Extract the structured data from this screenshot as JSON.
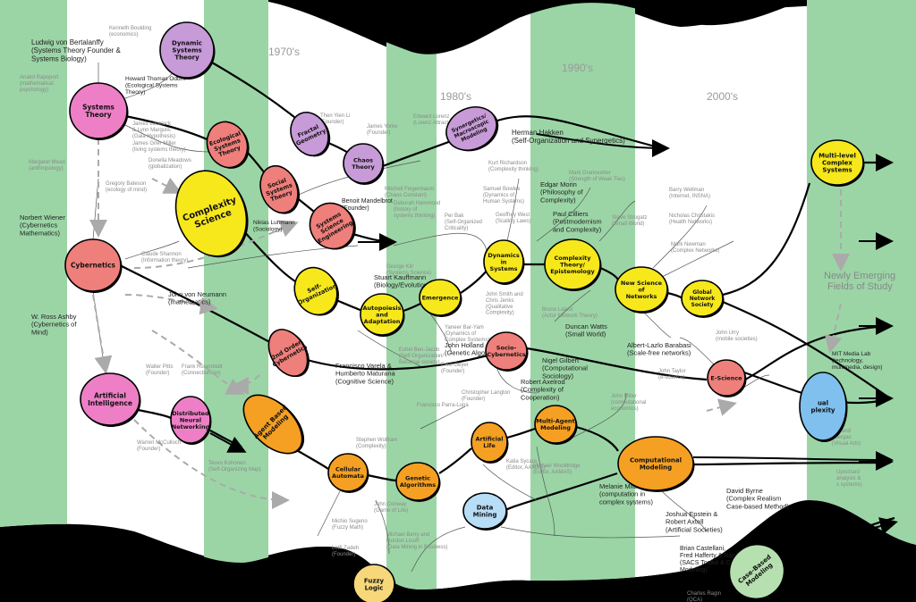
{
  "eras": [
    "1970's",
    "1980's",
    "1990's",
    "2000's"
  ],
  "caption": [
    "Newly Emerging",
    "Fields of Study"
  ],
  "colors": {
    "paper": "#ffffff",
    "band": "#9bd5a6",
    "pink": "#ee7fc6",
    "salmon": "#ef7f7a",
    "purple": "#c79ad8",
    "yellow": "#f7e81c",
    "orange": "#f5a022",
    "tan": "#f6d77a",
    "blue": "#b7ddf7",
    "sky": "#7fc0ee",
    "mint": "#b7e0b0"
  },
  "nodes": [
    {
      "id": "systems-theory",
      "label": [
        "Systems",
        "Theory"
      ],
      "color": "pink"
    },
    {
      "id": "cybernetics",
      "label": [
        "Cybernetics"
      ],
      "color": "salmon"
    },
    {
      "id": "artificial-intelligence",
      "label": [
        "Artificial",
        "Intelligence"
      ],
      "color": "pink"
    },
    {
      "id": "dynamic-systems-theory",
      "label": [
        "Dynamic",
        "Systems",
        "Theory"
      ],
      "color": "purple"
    },
    {
      "id": "ecological-systems-theory",
      "label": [
        "Ecological",
        "Systems",
        "Theory"
      ],
      "color": "salmon"
    },
    {
      "id": "social-systems-theory",
      "label": [
        "Social",
        "Systems",
        "Theory"
      ],
      "color": "salmon"
    },
    {
      "id": "complexity-science",
      "label": [
        "Complexity",
        "Science"
      ],
      "color": "yellow"
    },
    {
      "id": "fractal-geometry",
      "label": [
        "Fractal",
        "Geometry"
      ],
      "color": "purple"
    },
    {
      "id": "chaos-theory",
      "label": [
        "Chaos",
        "Theory"
      ],
      "color": "purple"
    },
    {
      "id": "synergetics",
      "label": [
        "Synergetics/",
        "Macroscopic",
        "Modeling"
      ],
      "color": "purple"
    },
    {
      "id": "systems-engineering",
      "label": [
        "Systems",
        "Science",
        "Engineering"
      ],
      "color": "salmon"
    },
    {
      "id": "self-organization",
      "label": [
        "Self-",
        "Organization"
      ],
      "color": "yellow"
    },
    {
      "id": "autopoiesis",
      "label": [
        "Autopoiesis",
        "and",
        "Adaptation"
      ],
      "color": "yellow"
    },
    {
      "id": "emergence",
      "label": [
        "Emergence"
      ],
      "color": "yellow"
    },
    {
      "id": "dynamics-in-systems",
      "label": [
        "Dynamics",
        "in",
        "Systems"
      ],
      "color": "yellow"
    },
    {
      "id": "complexity-epistemology",
      "label": [
        "Complexity",
        "Theory/",
        "Epistemology"
      ],
      "color": "yellow"
    },
    {
      "id": "new-science-networks",
      "label": [
        "New Science",
        "of",
        "Networks"
      ],
      "color": "yellow"
    },
    {
      "id": "global-network-society",
      "label": [
        "Global",
        "Network",
        "Society"
      ],
      "color": "yellow"
    },
    {
      "id": "multi-level-complex-systems",
      "label": [
        "Multi-level",
        "Complex",
        "Systems"
      ],
      "color": "yellow"
    },
    {
      "id": "second-order-cybernetics",
      "label": [
        "2nd Order",
        "Cybernetics"
      ],
      "color": "salmon"
    },
    {
      "id": "socio-cybernetics",
      "label": [
        "Socio-",
        "Cybernetics"
      ],
      "color": "salmon"
    },
    {
      "id": "e-science",
      "label": [
        "E-Science"
      ],
      "color": "salmon"
    },
    {
      "id": "distributed-neural-networking",
      "label": [
        "Distributed",
        "Neural",
        "Networking"
      ],
      "color": "pink"
    },
    {
      "id": "agent-based-modeling",
      "label": [
        "Agent Based",
        "Modeling"
      ],
      "color": "orange"
    },
    {
      "id": "cellular-automata",
      "label": [
        "Cellular",
        "Automata"
      ],
      "color": "orange"
    },
    {
      "id": "genetic-algorithms",
      "label": [
        "Genetic",
        "Algorithms"
      ],
      "color": "orange"
    },
    {
      "id": "artificial-life",
      "label": [
        "Artificial",
        "Life"
      ],
      "color": "orange"
    },
    {
      "id": "multi-agent-modeling",
      "label": [
        "Multi-Agent",
        "Modeling"
      ],
      "color": "orange"
    },
    {
      "id": "computational-modeling",
      "label": [
        "Computational",
        "Modeling"
      ],
      "color": "orange"
    },
    {
      "id": "visual-complexity",
      "label": [
        "ual",
        "plexity"
      ],
      "color": "sky"
    },
    {
      "id": "data-mining",
      "label": [
        "Data",
        "Mining"
      ],
      "color": "blue"
    },
    {
      "id": "fuzzy-logic",
      "label": [
        "Fuzzy",
        "Logic"
      ],
      "color": "tan"
    },
    {
      "id": "case-based-modeling",
      "label": [
        "Case-Based",
        "Modeling"
      ],
      "color": "mint"
    }
  ],
  "people": [
    {
      "id": "bertalanffy",
      "lines": [
        "Ludwig von Bertalanffy",
        "(Systems Theory Founder &",
        "Systems Biology)"
      ],
      "dim": false
    },
    {
      "id": "boulding",
      "lines": [
        "Kenneth Boulding",
        "(economics)"
      ],
      "dim": true
    },
    {
      "id": "rapoport",
      "lines": [
        "Anatol Rapoport",
        "(mathematical",
        "psychology)"
      ],
      "dim": true
    },
    {
      "id": "odum",
      "lines": [
        "Howard Thomas Odum",
        "(Ecological Systems",
        "Theory)"
      ],
      "dim": false
    },
    {
      "id": "lovelock",
      "lines": [
        "James Lovelock",
        "& Lynn Margulis",
        "(Gaia Hypothesis)"
      ],
      "dim": true
    },
    {
      "id": "miller",
      "lines": [
        "James Grier Miller",
        "(living systems theory)"
      ],
      "dim": true
    },
    {
      "id": "meadows",
      "lines": [
        "Donella Meadows",
        "(globalization)"
      ],
      "dim": true
    },
    {
      "id": "mead",
      "lines": [
        "Margaret Mead",
        "(anthropology)"
      ],
      "dim": true
    },
    {
      "id": "bateson",
      "lines": [
        "Gregory Bateson",
        "(ecology of mind)"
      ],
      "dim": true
    },
    {
      "id": "wiener",
      "lines": [
        "Norbert Wiener",
        "(Cybernetics",
        "Mathematics)"
      ],
      "dim": false
    },
    {
      "id": "shannon",
      "lines": [
        "Claude Shannon",
        "(Information theory)"
      ],
      "dim": true
    },
    {
      "id": "ashby",
      "lines": [
        "W. Ross Ashby",
        "(Cybernetics of",
        "Mind)"
      ],
      "dim": false
    },
    {
      "id": "neumann",
      "lines": [
        "John von Neumann",
        "(mathematics)"
      ],
      "dim": false
    },
    {
      "id": "pitts",
      "lines": [
        "Walter Pitts",
        "(Founder)"
      ],
      "dim": true
    },
    {
      "id": "rosenblatt",
      "lines": [
        "Frank Rosenblatt",
        "(Connectionism)"
      ],
      "dim": true
    },
    {
      "id": "mcculloch",
      "lines": [
        "Warren McCulloch",
        "(Founder)"
      ],
      "dim": true
    },
    {
      "id": "thom",
      "lines": [
        "Then Yien Li",
        "(Founder)"
      ],
      "dim": true
    },
    {
      "id": "yorke",
      "lines": [
        "James Yorke",
        "(Founder)"
      ],
      "dim": true
    },
    {
      "id": "lorenz",
      "lines": [
        "Edward Lorenz",
        "(Lorenz Attractor/Butterfly Effect)"
      ],
      "dim": true
    },
    {
      "id": "haken",
      "lines": [
        "Herman Hakken",
        "(Self-Organization and Synergetics)"
      ],
      "dim": false
    },
    {
      "id": "feigenbaum",
      "lines": [
        "Mitchell Feigenbaum",
        "(Chaos Constant)"
      ],
      "dim": true
    },
    {
      "id": "mandelbrot",
      "lines": [
        "Benoit Mandelbrot",
        "(Founder)"
      ],
      "dim": false
    },
    {
      "id": "hammond",
      "lines": [
        "Deborah Hammond",
        "(history of",
        "systems thinking)"
      ],
      "dim": true
    },
    {
      "id": "luhmann",
      "lines": [
        "Niklas Luhmann",
        "(Sociology)"
      ],
      "dim": false
    },
    {
      "id": "richardson",
      "lines": [
        "Kurt Richardson",
        "(Complexity thinking)"
      ],
      "dim": true
    },
    {
      "id": "morin",
      "lines": [
        "Edgar Morin",
        "(Philosophy of",
        "Complexity)"
      ],
      "dim": false
    },
    {
      "id": "granovetter",
      "lines": [
        "Mark Granovetter",
        "(Strength of Weak Ties)"
      ],
      "dim": true
    },
    {
      "id": "cilliers",
      "lines": [
        "Paul Cilliers",
        "(Postmodernism",
        "and Complexity)"
      ],
      "dim": false
    },
    {
      "id": "wellman",
      "lines": [
        "Barry Wellman",
        "(Internet, INSNA)"
      ],
      "dim": true
    },
    {
      "id": "christakis",
      "lines": [
        "Nicholas Christakis",
        "(Health Networks)"
      ],
      "dim": true
    },
    {
      "id": "strogatz",
      "lines": [
        "Steve Strogatz",
        "(Small World)"
      ],
      "dim": true
    },
    {
      "id": "newman",
      "lines": [
        "Mark Newman",
        "(Complex Networks)"
      ],
      "dim": true
    },
    {
      "id": "klir",
      "lines": [
        "George Klir",
        "(Systems Science)"
      ],
      "dim": true
    },
    {
      "id": "bak",
      "lines": [
        "Per Bak",
        "(Self-Organized",
        "Criticality)"
      ],
      "dim": true
    },
    {
      "id": "bowles",
      "lines": [
        "Samuel Bowles",
        "(Dynamics of",
        "Human Systems)"
      ],
      "dim": true
    },
    {
      "id": "west",
      "lines": [
        "Geoffrey West",
        "(Scaling Laws)"
      ],
      "dim": true
    },
    {
      "id": "kauffman",
      "lines": [
        "Stuart Kauffmann",
        "(Biology/Evolution)"
      ],
      "dim": false
    },
    {
      "id": "smith",
      "lines": [
        "John Smith and",
        "Chris Jenks",
        "(Qualitative",
        "Complexity)"
      ],
      "dim": true
    },
    {
      "id": "holland",
      "lines": [
        "John Holland",
        "(Genetic Algorithms)"
      ],
      "dim": false
    },
    {
      "id": "bar-yam",
      "lines": [
        "Yaneer Bar-Yam",
        "(Dynamics of",
        "Complex Systems)"
      ],
      "dim": true
    },
    {
      "id": "ben-jacob",
      "lines": [
        "Eshel Ben-Jacob",
        "(Self-Organization/",
        "Bacterial society)"
      ],
      "dim": true
    },
    {
      "id": "varela",
      "lines": [
        "Francisco Varela &",
        "Humberto Maturana",
        "(Cognitive Science)"
      ],
      "dim": false
    },
    {
      "id": "geyer",
      "lines": [
        "Felix Geyer",
        "(Founder)"
      ],
      "dim": true
    },
    {
      "id": "parra",
      "lines": [
        "Francisco Parra-Luna"
      ],
      "dim": true
    },
    {
      "id": "latour",
      "lines": [
        "Bruno Latour",
        "(Actor Network Theory)"
      ],
      "dim": true
    },
    {
      "id": "watts",
      "lines": [
        "Duncan Watts",
        "(Small World)"
      ],
      "dim": false
    },
    {
      "id": "barabasi",
      "lines": [
        "Albert-Lazlo Barabasi",
        "(Scale-free networks)"
      ],
      "dim": false
    },
    {
      "id": "urry",
      "lines": [
        "John Urry",
        "(mobile societies)"
      ],
      "dim": true
    },
    {
      "id": "taylor",
      "lines": [
        "John Taylor",
        "(e-science)"
      ],
      "dim": true
    },
    {
      "id": "gilbert",
      "lines": [
        "Nigel Gilbert",
        "(Computational",
        "Sociology)"
      ],
      "dim": false
    },
    {
      "id": "axelrod",
      "lines": [
        "Robert Axelrod",
        "(Complexity of",
        "Cooperation)"
      ],
      "dim": false
    },
    {
      "id": "langton",
      "lines": [
        "Christopher Langton",
        "(Founder)"
      ],
      "dim": true
    },
    {
      "id": "wolfram",
      "lines": [
        "Stephen Wolfram",
        "(Complexity)"
      ],
      "dim": true
    },
    {
      "id": "sycara",
      "lines": [
        "Katia Sycara",
        "(Editor, AAMAS)"
      ],
      "dim": true
    },
    {
      "id": "wooldridge",
      "lines": [
        "Michael Wooldridge",
        "(Editor, AAMAS)"
      ],
      "dim": true
    },
    {
      "id": "miller2",
      "lines": [
        "John Miller",
        "(computational",
        "economics)"
      ],
      "dim": true
    },
    {
      "id": "mitchell",
      "lines": [
        "Melanie Mitchell",
        "(computation in",
        "complex systems)"
      ],
      "dim": false
    },
    {
      "id": "epstein",
      "lines": [
        "Joshua Epstein &",
        "Robert Axtell",
        "(Artificial Societies)"
      ],
      "dim": false
    },
    {
      "id": "conway",
      "lines": [
        "John Conway",
        "(Game of Life)"
      ],
      "dim": true
    },
    {
      "id": "kohonen",
      "lines": [
        "Teuvo Kohonen",
        "(Self-Organizing Map)"
      ],
      "dim": true
    },
    {
      "id": "berry",
      "lines": [
        "Michael Berry and",
        "Gordon Linoff",
        "(Data Mining in Business)"
      ],
      "dim": true
    },
    {
      "id": "zadeh",
      "lines": [
        "Lotfi Zadeh",
        "(Founder)"
      ],
      "dim": true
    },
    {
      "id": "prigogine",
      "lines": [
        "Michio Sugeno",
        "(Fuzzy Math)"
      ],
      "dim": true
    },
    {
      "id": "castellani",
      "lines": [
        "Brian Castellani,",
        "Fred Hafferty & Rajeev Rajaram",
        "(SACS Toolkit & Case-based",
        "Modeling)"
      ],
      "dim": false
    },
    {
      "id": "ragin",
      "lines": [
        "Charles Ragin",
        "(QCA)"
      ],
      "dim": true
    },
    {
      "id": "medialab",
      "lines": [
        "MIT Media Lab",
        "(technology,",
        "multimedia, design)"
      ],
      "dim": false
    },
    {
      "id": "visualarts",
      "lines": [
        "gks and",
        "obergas",
        "(Visual Arts)"
      ],
      "dim": true
    },
    {
      "id": "uprichard",
      "lines": [
        "Uprichard",
        "analysis &",
        "s systems)"
      ],
      "dim": true
    },
    {
      "id": "byrne",
      "lines": [
        "David Byrne",
        "(Complex Realism",
        "Case-based Method)"
      ],
      "dim": false
    }
  ]
}
